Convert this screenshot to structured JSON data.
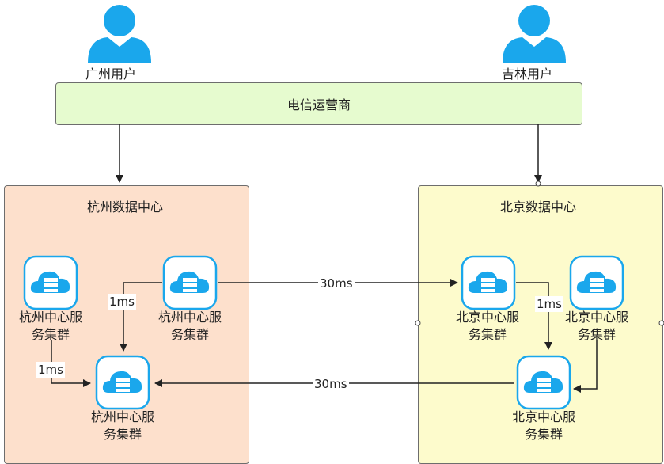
{
  "users": {
    "guangzhou": "广州用户",
    "jilin": "吉林用户"
  },
  "carrier": {
    "label": "电信运营商"
  },
  "datacenters": {
    "hangzhou": {
      "title": "杭州数据中心",
      "node1": "杭州中心服\n务集群",
      "node2": "杭州中心服\n务集群",
      "node3": "杭州中心服\n务集群"
    },
    "beijing": {
      "title": "北京数据中心",
      "node1": "北京中心服\n务集群",
      "node2": "北京中心服\n务集群",
      "node3": "北京中心服\n务集群"
    }
  },
  "latency": {
    "hz_internal_a": "1ms",
    "hz_internal_b": "1ms",
    "bj_internal": "1ms",
    "cross_top": "30ms",
    "cross_bottom": "30ms"
  },
  "colors": {
    "user_icon": "#1aa7ec",
    "carrier_fill": "#e6fbcf",
    "hangzhou_fill": "#fde0cc",
    "beijing_fill": "#fdfbcc",
    "node_icon": "#1aa7ec"
  }
}
